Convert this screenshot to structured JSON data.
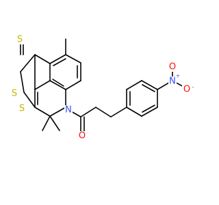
{
  "atom_labels": {
    "thione_s": "S",
    "ring_s1": "S",
    "ring_s2": "S",
    "amide_n": "N",
    "carbonyl_o": "O",
    "nitro_n": "N",
    "nitro_o_top": "O",
    "nitro_o_right": "O",
    "nitro_n_charge": "+",
    "nitro_o_charge": "-"
  },
  "colors": {
    "sulfur": "#c8b400",
    "nitrogen": "#3050f8",
    "oxygen": "#ff0d0d",
    "bond": "#000000"
  }
}
